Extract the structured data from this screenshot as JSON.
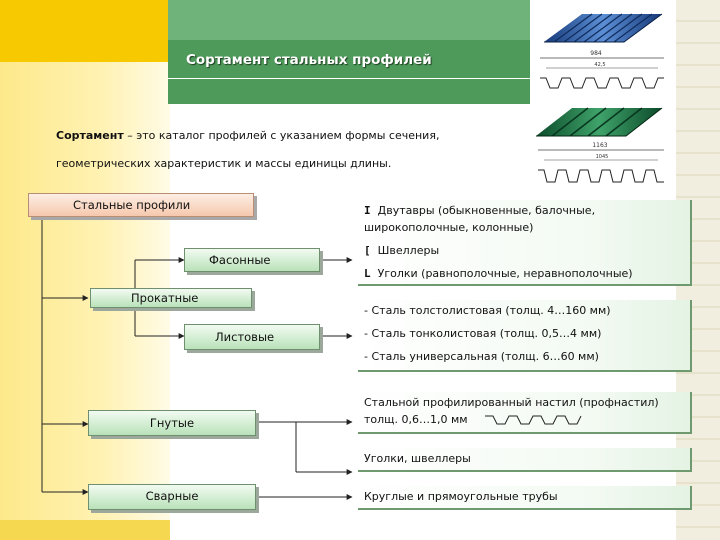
{
  "header": {
    "title": "Сортамент стальных профилей"
  },
  "definition": {
    "term": "Сортамент",
    "rest": " – это каталог профилей с указанием формы сечения,",
    "line2": "геометрических характеристик и массы единицы длины."
  },
  "tree": {
    "root": "Стальные профили",
    "rolled": "Прокатные",
    "shaped": "Фасонные",
    "sheet": "Листовые",
    "bent": "Гнутые",
    "welded": "Сварные"
  },
  "shaped_items": {
    "ibeam_symbol": "I",
    "ibeam_line1": "Двутавры (обыкновенные, балочные,",
    "ibeam_line2": "широкополочные, колонные)",
    "channel_symbol": "[",
    "channel_text": "Швеллеры",
    "angle_symbol": "L",
    "angle_text": "Уголки (равнополочные, неравнополочные)"
  },
  "sheet_items": {
    "dash": "-",
    "thick": "Сталь толстолистовая (толщ. 4…160 мм)",
    "thin": "Сталь тонколистовая (толщ. 0,5…4 мм)",
    "universal": "Сталь универсальная (толщ. 6…60 мм)"
  },
  "bent_items": {
    "deck_line1": "Стальной профилированный настил (профнастил)",
    "deck_line2": "толщ. 0,6…1,0 мм",
    "angles": "Уголки, швеллеры"
  },
  "welded_items": {
    "tubes": "Круглые и прямоугольные трубы"
  },
  "photos": {
    "top_dim": "984",
    "top_sub": "42,5",
    "bottom_dim": "1163",
    "bottom_sub": "1045"
  },
  "colors": {
    "header_green": "#4e9a5a",
    "accent_yellow": "#f7c900",
    "box_green": "#b9e2b9",
    "root_peach": "#f6c8ad"
  }
}
